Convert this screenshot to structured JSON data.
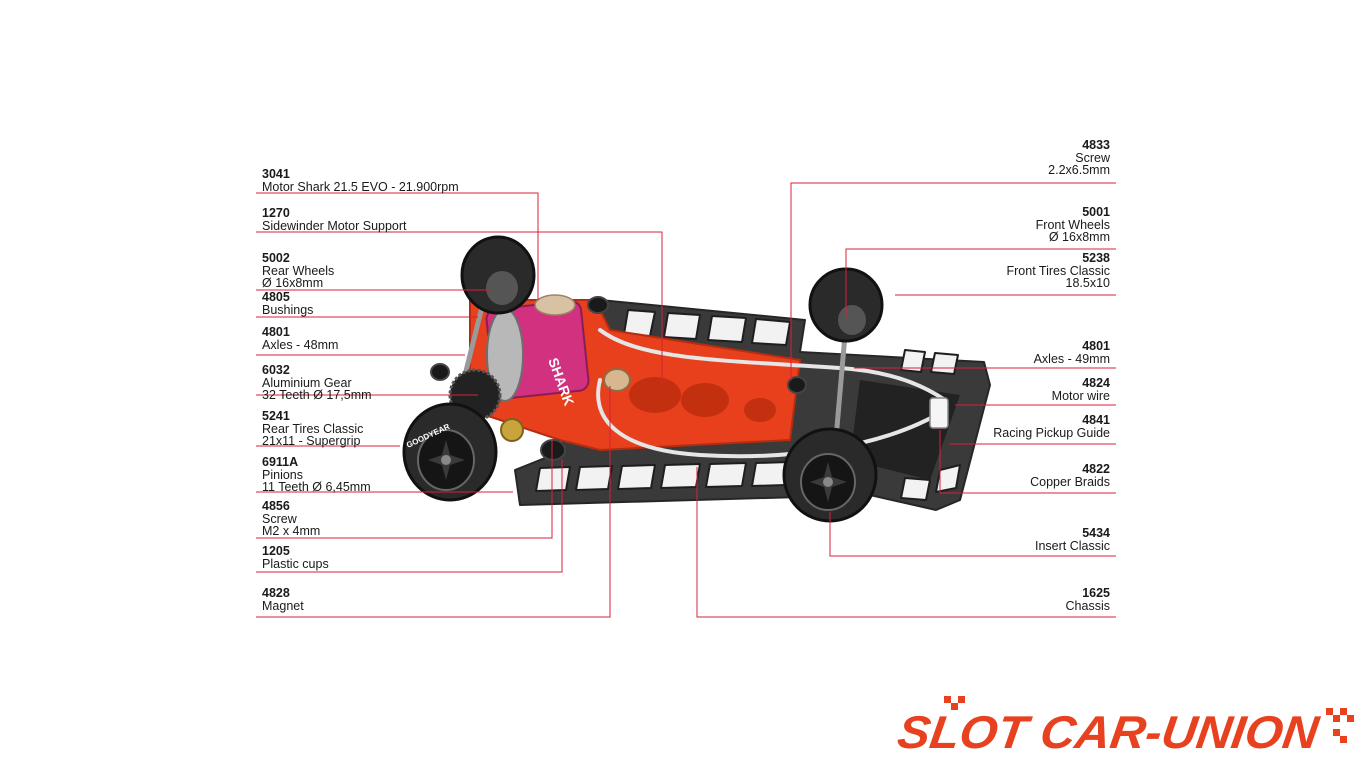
{
  "colors": {
    "leader": "#d8203a",
    "brand": "#e8411f",
    "chassis": "#2b2b2b",
    "motor_support": "#e8401c",
    "motor_can": "#d1317e"
  },
  "callouts_left": [
    {
      "code": "3041",
      "lines": [
        "Motor Shark 21.5 EVO - 21.900rpm"
      ]
    },
    {
      "code": "1270",
      "lines": [
        "Sidewinder Motor Support"
      ]
    },
    {
      "code": "5002",
      "lines": [
        "Rear Wheels",
        "Ø 16x8mm"
      ]
    },
    {
      "code": "4805",
      "lines": [
        "Bushings"
      ]
    },
    {
      "code": "4801",
      "lines": [
        "Axles - 48mm"
      ]
    },
    {
      "code": "6032",
      "lines": [
        "Aluminium Gear",
        "32 Teeth Ø 17,5mm"
      ]
    },
    {
      "code": "5241",
      "lines": [
        "Rear Tires Classic",
        "21x11 - Supergrip"
      ]
    },
    {
      "code": "6911A",
      "lines": [
        "Pinions",
        "11 Teeth Ø 6,45mm"
      ]
    },
    {
      "code": "4856",
      "lines": [
        "Screw",
        "M2 x 4mm"
      ]
    },
    {
      "code": "1205",
      "lines": [
        "Plastic cups"
      ]
    },
    {
      "code": "4828",
      "lines": [
        "Magnet"
      ]
    }
  ],
  "callouts_right": [
    {
      "code": "4833",
      "lines": [
        "Screw",
        "2.2x6.5mm"
      ]
    },
    {
      "code": "5001",
      "lines": [
        "Front Wheels",
        "Ø 16x8mm"
      ]
    },
    {
      "code": "5238",
      "lines": [
        "Front Tires Classic",
        "18.5x10"
      ]
    },
    {
      "code": "4801",
      "lines": [
        "Axles - 49mm"
      ]
    },
    {
      "code": "4824",
      "lines": [
        "Motor wire"
      ]
    },
    {
      "code": "4841",
      "lines": [
        "Racing Pickup Guide"
      ]
    },
    {
      "code": "4822",
      "lines": [
        "Copper Braids"
      ]
    },
    {
      "code": "5434",
      "lines": [
        "Insert Classic"
      ]
    },
    {
      "code": "1625",
      "lines": [
        "Chassis"
      ]
    }
  ],
  "motor_text": "SHARK",
  "tire_text": "GOODYEAR",
  "logo_text": "SLOT CAR-UNION"
}
